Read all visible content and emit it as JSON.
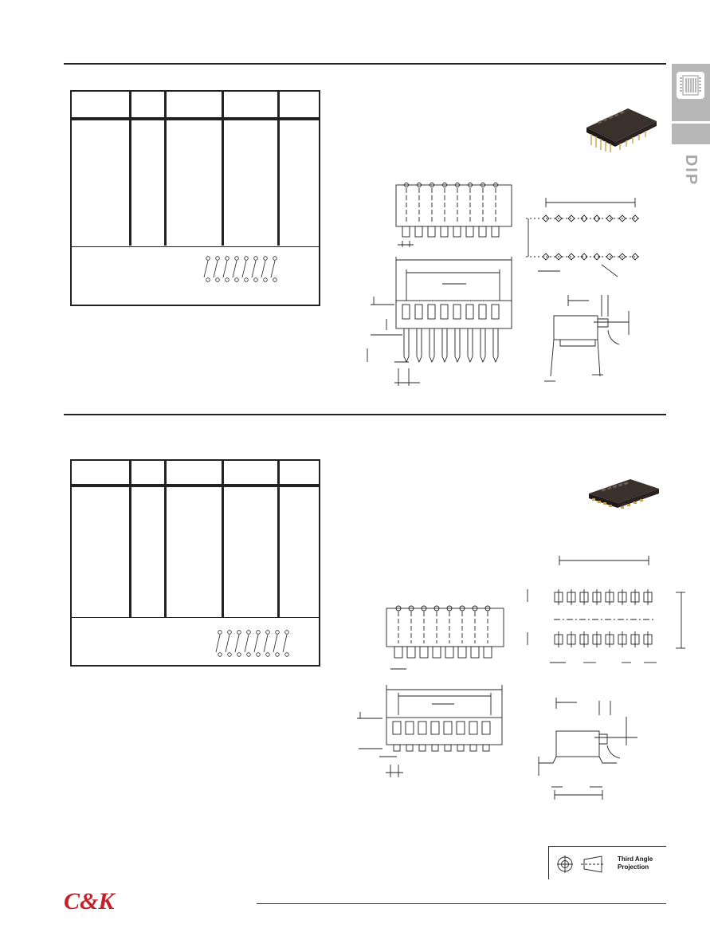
{
  "side_tab": {
    "label": "DIP",
    "icon": "dip-switch-icon",
    "tab_color": "#b7b7b7",
    "label_color": "#a7a7a7"
  },
  "projection": {
    "line1": "Third Angle",
    "line2": "Projection",
    "icon": "third-angle-projection-icon"
  },
  "logo": {
    "text": "C&K",
    "color": "#c6202a"
  },
  "colors": {
    "rule": "#222222",
    "photo_body": "#2a2220",
    "photo_pins": "#c9a24a"
  }
}
